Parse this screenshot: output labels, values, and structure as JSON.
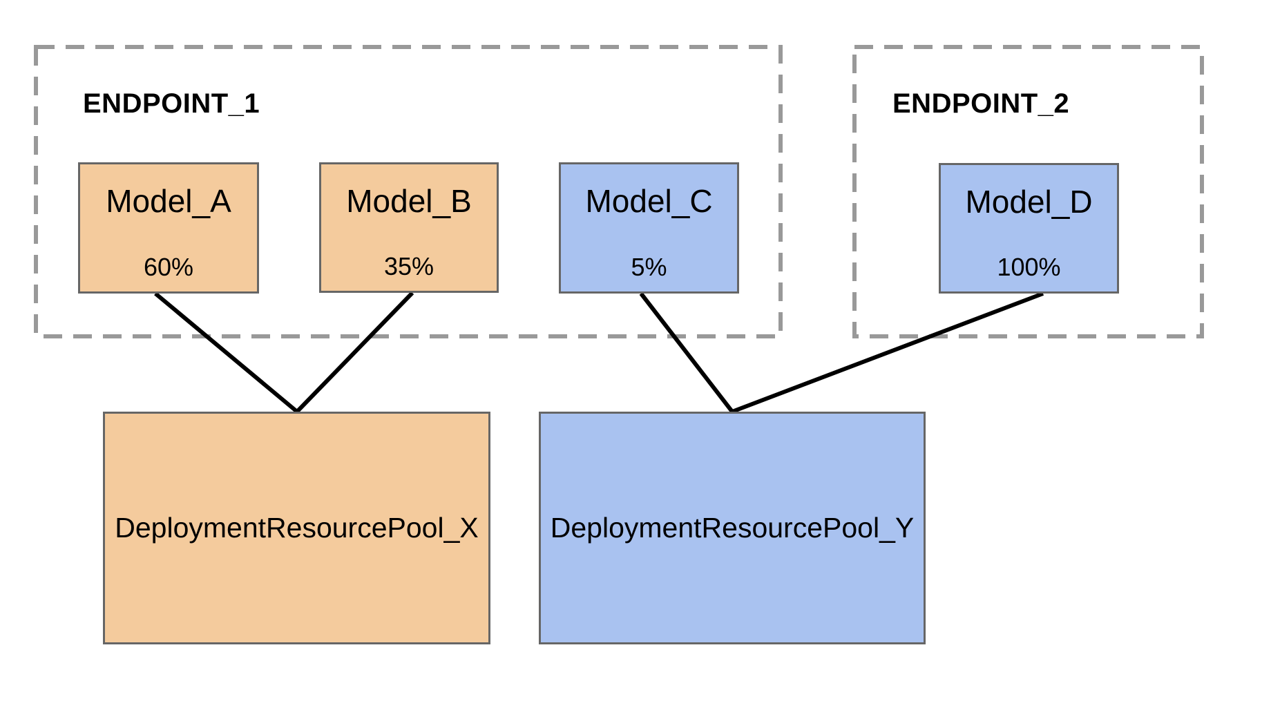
{
  "diagram": {
    "endpoints": [
      {
        "id": "endpoint_1",
        "label": "ENDPOINT_1"
      },
      {
        "id": "endpoint_2",
        "label": "ENDPOINT_2"
      }
    ],
    "models": [
      {
        "id": "model_a",
        "label": "Model_A",
        "traffic": "60%",
        "color": "orange",
        "endpoint": "endpoint_1"
      },
      {
        "id": "model_b",
        "label": "Model_B",
        "traffic": "35%",
        "color": "orange",
        "endpoint": "endpoint_1"
      },
      {
        "id": "model_c",
        "label": "Model_C",
        "traffic": "5%",
        "color": "blue",
        "endpoint": "endpoint_1"
      },
      {
        "id": "model_d",
        "label": "Model_D",
        "traffic": "100%",
        "color": "blue",
        "endpoint": "endpoint_2"
      }
    ],
    "pools": [
      {
        "id": "pool_x",
        "label": "DeploymentResourcePool_X",
        "color": "orange"
      },
      {
        "id": "pool_y",
        "label": "DeploymentResourcePool_Y",
        "color": "blue"
      }
    ],
    "connections": [
      {
        "from": "Model_A",
        "to": "DeploymentResourcePool_X"
      },
      {
        "from": "Model_B",
        "to": "DeploymentResourcePool_X"
      },
      {
        "from": "Model_C",
        "to": "DeploymentResourcePool_Y"
      },
      {
        "from": "Model_D",
        "to": "DeploymentResourcePool_Y"
      }
    ],
    "colors": {
      "orange": "#F4CB9D",
      "blue": "#A9C2F0",
      "box_border": "#666666",
      "dashed_border": "#999999",
      "connector": "#000000"
    }
  }
}
